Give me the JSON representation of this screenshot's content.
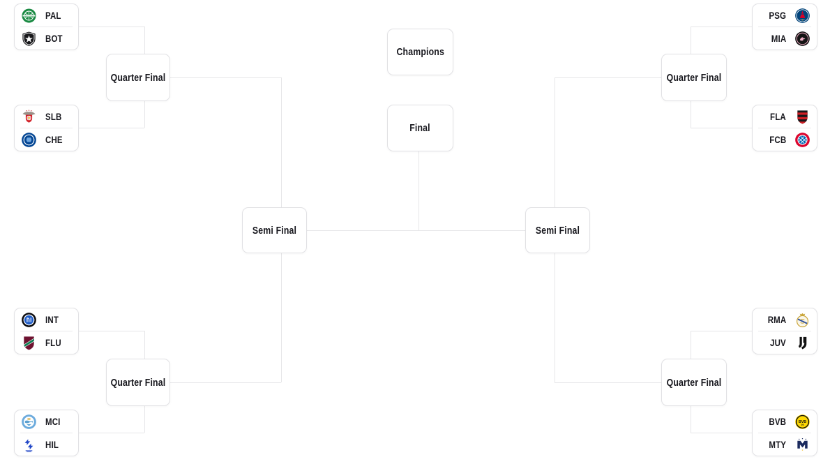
{
  "labels": {
    "quarter_final": "Quarter Final",
    "semi_final": "Semi Final",
    "final": "Final",
    "champions": "Champions"
  },
  "colors": {
    "background": "#ffffff",
    "box_border": "#e1e1e4",
    "connector_line": "#e6e6e8",
    "text": "#17171d"
  },
  "matches": [
    {
      "position": "top-left",
      "teams": [
        {
          "code": "PAL",
          "icon": "palmeiras-logo",
          "primary_color": "#1a8a43"
        },
        {
          "code": "BOT",
          "icon": "botafogo-logo",
          "primary_color": "#17171a"
        }
      ]
    },
    {
      "position": "upper-left",
      "teams": [
        {
          "code": "SLB",
          "icon": "benfica-logo",
          "primary_color": "#d2232a"
        },
        {
          "code": "CHE",
          "icon": "chelsea-logo",
          "primary_color": "#034694"
        }
      ]
    },
    {
      "position": "lower-left",
      "teams": [
        {
          "code": "INT",
          "icon": "inter-milan-logo",
          "primary_color": "#1e5bc6"
        },
        {
          "code": "FLU",
          "icon": "fluminense-logo",
          "primary_color": "#6e1230"
        }
      ]
    },
    {
      "position": "bottom-left",
      "teams": [
        {
          "code": "MCI",
          "icon": "manchester-city-logo",
          "primary_color": "#6cabdd"
        },
        {
          "code": "HIL",
          "icon": "al-hilal-logo",
          "primary_color": "#2146c7"
        }
      ]
    },
    {
      "position": "top-right",
      "teams": [
        {
          "code": "PSG",
          "icon": "psg-logo",
          "primary_color": "#00437a"
        },
        {
          "code": "MIA",
          "icon": "inter-miami-logo",
          "primary_color": "#f3b0c8"
        }
      ]
    },
    {
      "position": "upper-right",
      "teams": [
        {
          "code": "FLA",
          "icon": "flamengo-logo",
          "primary_color": "#d01e25"
        },
        {
          "code": "FCB",
          "icon": "bayern-munich-logo",
          "primary_color": "#dc052d"
        }
      ]
    },
    {
      "position": "lower-right",
      "teams": [
        {
          "code": "RMA",
          "icon": "real-madrid-logo",
          "primary_color": "#c9a437"
        },
        {
          "code": "JUV",
          "icon": "juventus-logo",
          "primary_color": "#111111"
        }
      ]
    },
    {
      "position": "bottom-right",
      "teams": [
        {
          "code": "BVB",
          "icon": "borussia-dortmund-logo",
          "primary_color": "#ffd900"
        },
        {
          "code": "MTY",
          "icon": "monterrey-logo",
          "primary_color": "#1b2a5e"
        }
      ]
    }
  ]
}
